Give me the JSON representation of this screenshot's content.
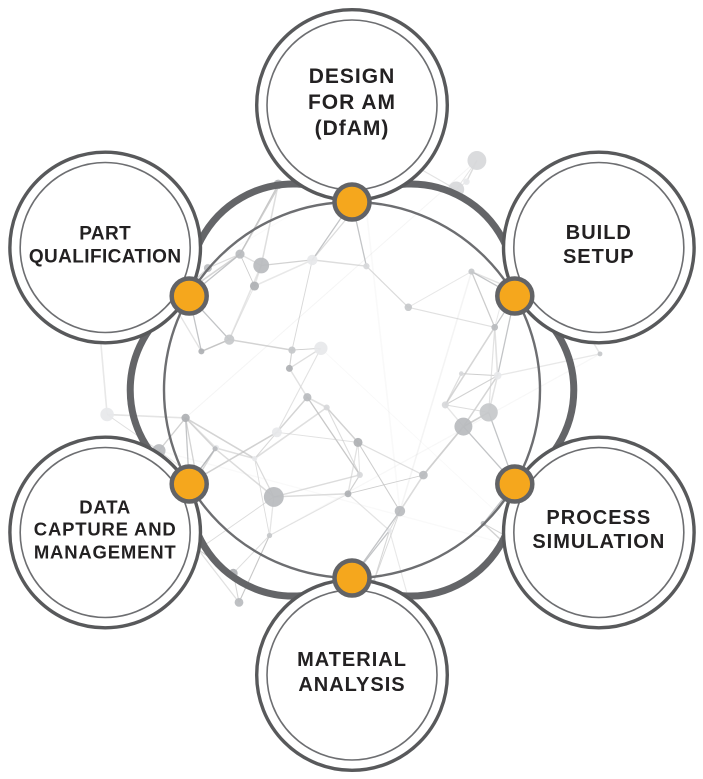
{
  "diagram": {
    "type": "circular-workflow",
    "stages": [
      {
        "id": "design-for-am",
        "label": "DESIGN FOR AM (DfAM)",
        "lines": [
          "DESIGN",
          "FOR AM",
          "(DfAM)"
        ]
      },
      {
        "id": "build-setup",
        "label": "BUILD SETUP",
        "lines": [
          "BUILD",
          "SETUP"
        ]
      },
      {
        "id": "process-simulation",
        "label": "PROCESS SIMULATION",
        "lines": [
          "PROCESS",
          "SIMULATION"
        ]
      },
      {
        "id": "material-analysis",
        "label": "MATERIAL ANALYSIS",
        "lines": [
          "MATERIAL",
          "ANALYSIS"
        ]
      },
      {
        "id": "data-capture-and-management",
        "label": "DATA CAPTURE AND MANAGEMENT",
        "lines": [
          "DATA",
          "CAPTURE AND",
          "MANAGEMENT"
        ]
      },
      {
        "id": "part-qualification",
        "label": "PART QUALIFICATION",
        "lines": [
          "PART",
          "QUALIFICATION"
        ]
      }
    ],
    "colors": {
      "accent_orange": "#F5A71D",
      "dot_border": "#626366",
      "ring_gray": "#646568",
      "thin_ring_gray": "#6D6E71",
      "circle_border": "#58595B",
      "circle_inner_border": "#6D6E71",
      "circle_fill": "#FFFFFF",
      "text": "#232122",
      "mesh_gray": "#C6C8CA",
      "mesh_node_gray": "#B4B6B9"
    }
  }
}
